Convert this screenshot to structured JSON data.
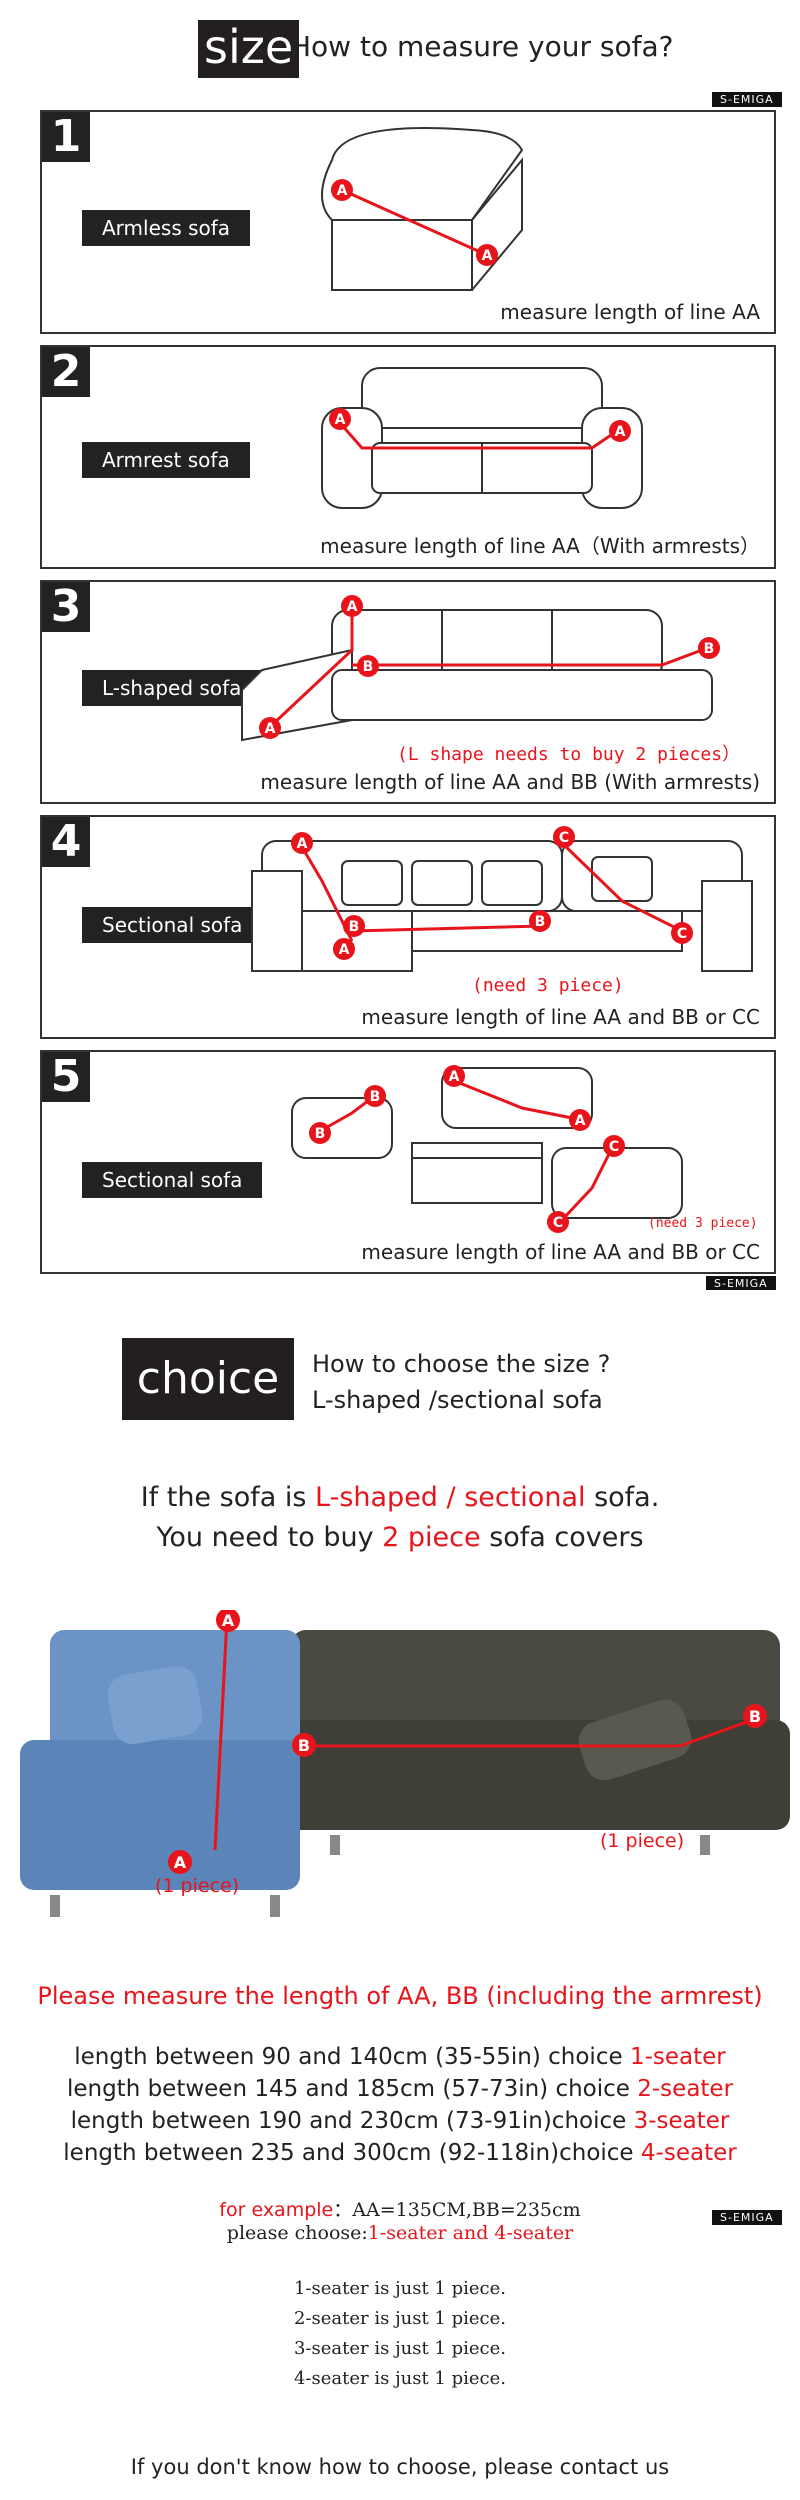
{
  "header": {
    "tag": "size",
    "title": "How to measure your sofa?",
    "brand": "S-EMIGA"
  },
  "cards": [
    {
      "num": "1",
      "label": "Armless sofa",
      "measure": "measure length of line AA",
      "note": ""
    },
    {
      "num": "2",
      "label": "Armrest sofa",
      "measure": "measure length of line AA（With armrests）",
      "note": ""
    },
    {
      "num": "3",
      "label": "L-shaped sofa",
      "measure": "measure length of line AA and BB (With armrests)",
      "note": "(L shape needs to buy 2 pieces）"
    },
    {
      "num": "4",
      "label": "Sectional sofa",
      "measure": "measure length of line AA and BB or CC",
      "note": "(need 3 piece)"
    },
    {
      "num": "5",
      "label": "Sectional sofa",
      "measure": "measure length of line AA and BB or CC",
      "note": "(need 3 piece)"
    }
  ],
  "marker_letters": {
    "a": "A",
    "b": "B",
    "c": "C"
  },
  "brand2": "S-EMIGA",
  "choice": {
    "tag": "choice",
    "question1": "How to choose the size ?",
    "question2": "L-shaped /sectional sofa",
    "line1_a": "If the sofa is ",
    "line1_b": "L-shaped / sectional",
    "line1_c": " sofa.",
    "line2_a": "You need to buy ",
    "line2_b": "2 piece",
    "line2_c": "  sofa covers",
    "piece_label": "(1 piece)",
    "measure_title": "Please measure the length of AA, BB (including the armrest)",
    "rules": [
      {
        "text": "length between 90 and 140cm (35-55in) choice ",
        "seat": "1-seater"
      },
      {
        "text": "length between 145 and 185cm (57-73in) choice ",
        "seat": "2-seater"
      },
      {
        "text": "length between 190 and 230cm (73-91in)choice ",
        "seat": "3-seater"
      },
      {
        "text": "length between 235 and 300cm (92-118in)choice ",
        "seat": "4-seater"
      }
    ],
    "example_label": "for example",
    "example_value": "：AA=135CM,BB=235cm",
    "please_choose": "please choose:",
    "choose_value": "1-seater and 4-seater",
    "brand3": "S-EMIGA",
    "pieces": [
      "1-seater is just 1 piece.",
      "2-seater is just 1 piece.",
      "3-seater is just 1 piece.",
      "4-seater is just 1 piece."
    ],
    "contact": "If you don't know how to choose, please contact us"
  },
  "colors": {
    "red": "#e8141b",
    "dark": "#231f20",
    "blue_sofa": "#5b84b8",
    "gray_sofa": "#4b4a42"
  }
}
